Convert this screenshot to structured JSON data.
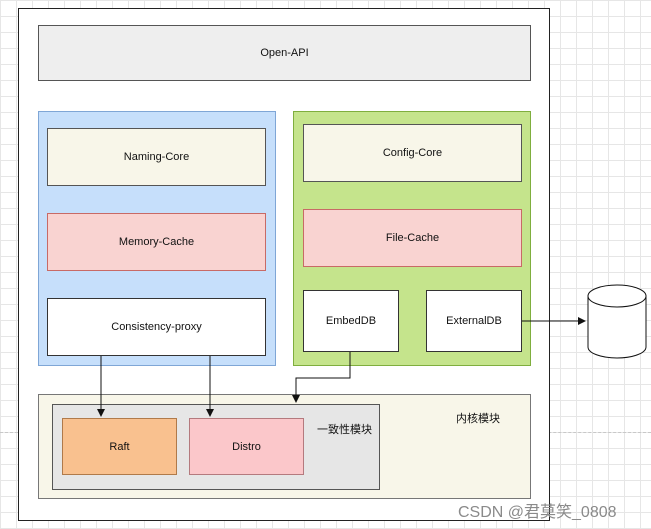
{
  "open_api": "Open-API",
  "naming": {
    "core": "Naming-Core",
    "memory_cache": "Memory-Cache",
    "consistency_proxy": "Consistency-proxy"
  },
  "config": {
    "core": "Config-Core",
    "file_cache": "File-Cache",
    "embeddb": "EmbedDB",
    "externaldb": "ExternalDB"
  },
  "kernel": {
    "label": "内核模块",
    "consensus_label": "一致性模块",
    "raft": "Raft",
    "distro": "Distro"
  },
  "watermark": "CSDN @君莫笑_0808"
}
